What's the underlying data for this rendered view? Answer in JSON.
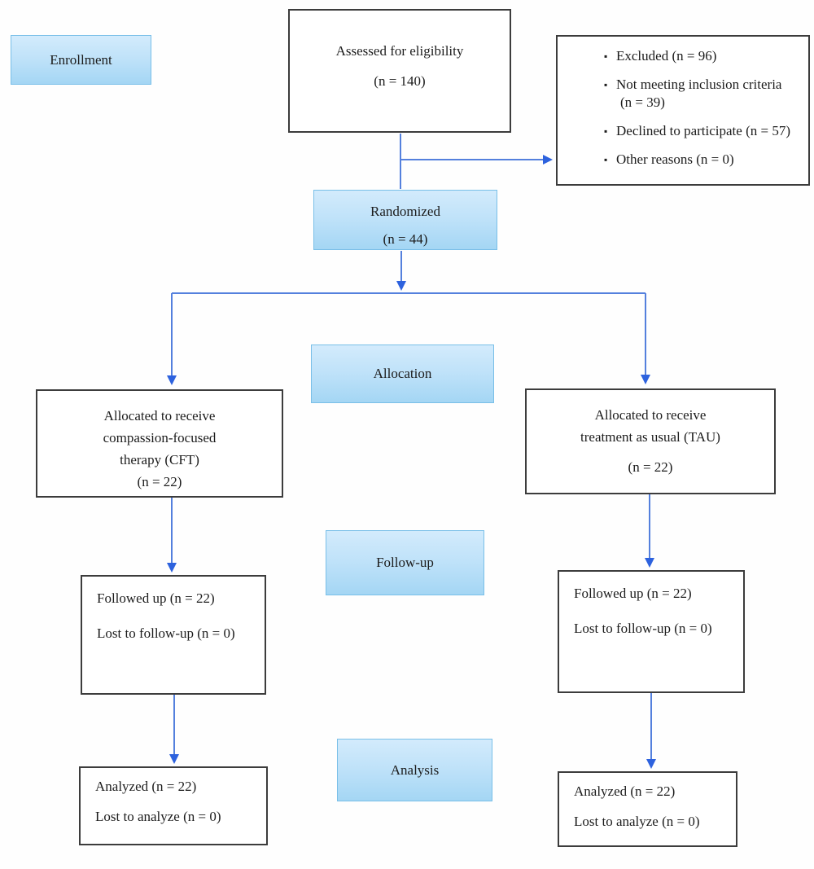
{
  "colors": {
    "label-top": "#d3ebfc",
    "label-mid": "#bfe2f9",
    "label-bottom": "#a4d6f4",
    "label-border": "#79bfe8",
    "box-border": "#3c3c3c",
    "line": "#5480dd",
    "arrow": "#2d62de",
    "text": "#1c1c1c"
  },
  "flow": {
    "enrollment_label": "Enrollment",
    "allocation_label": "Allocation",
    "followup_label": "Follow-up",
    "analysis_label": "Analysis",
    "assessed": {
      "line1": "Assessed for eligibility",
      "line2": "(n = 140)"
    },
    "excluded": {
      "bullet": "▪",
      "item1": "Excluded (n = 96)",
      "item2": "Not meeting inclusion criteria",
      "item2_sub": "(n = 39)",
      "item3": "Declined to participate (n = 57)",
      "item4": "Other reasons (n = 0)"
    },
    "randomized": {
      "line1": "Randomized",
      "line2": "(n = 44)"
    },
    "alloc_cft": {
      "line1": "Allocated to receive",
      "line2": "compassion-focused",
      "line3": "therapy (CFT)",
      "line4": "(n = 22)"
    },
    "alloc_tau": {
      "line1": "Allocated to receive",
      "line2": "treatment as usual (TAU)",
      "line3": "(n = 22)"
    },
    "followup_left": {
      "line1": "Followed up (n = 22)",
      "line2": "Lost to follow-up (n = 0)"
    },
    "followup_right": {
      "line1": "Followed up (n = 22)",
      "line2": "Lost to follow-up (n = 0)"
    },
    "analyzed_left": {
      "line1": "Analyzed (n = 22)",
      "line2": "Lost to analyze (n = 0)"
    },
    "analyzed_right": {
      "line1": "Analyzed (n = 22)",
      "line2": "Lost to analyze (n = 0)"
    }
  }
}
